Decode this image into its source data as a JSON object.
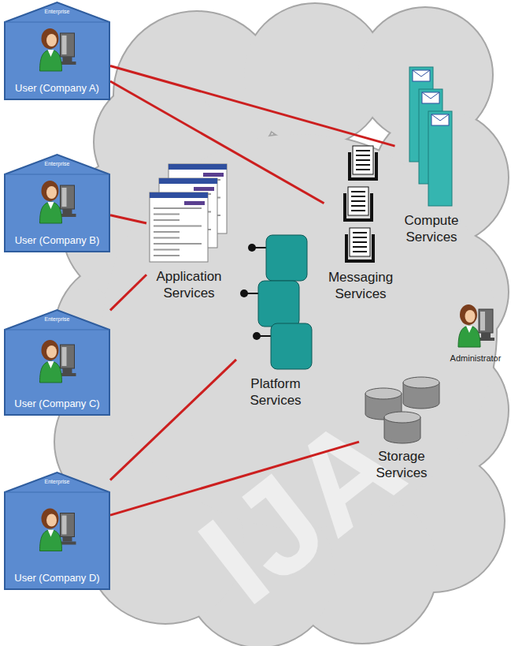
{
  "diagram": {
    "nodes": [
      {
        "text": [
          "Enterprise",
          "User (Company A)"
        ]
      },
      {
        "text": [
          "Enterprise",
          "User (Company B)"
        ]
      },
      {
        "text": [
          "Enterprise",
          "User (Company C)"
        ]
      },
      {
        "text": [
          "Enterprise",
          "User (Company D)"
        ]
      },
      {
        "text": [
          "Application Services"
        ]
      },
      {
        "text": [
          "Messaging Services"
        ]
      },
      {
        "text": [
          "Compute Services"
        ]
      },
      {
        "text": [
          "Platform Services"
        ]
      },
      {
        "text": [
          "Administrator"
        ]
      },
      {
        "text": [
          "Storage Services"
        ]
      }
    ],
    "edges": [
      {
        "from": 0,
        "to": 6,
        "arrow": "none"
      },
      {
        "from": 0,
        "to": 5,
        "arrow": "none"
      },
      {
        "from": 1,
        "to": 4,
        "arrow": "none"
      },
      {
        "from": 2,
        "to": 4,
        "arrow": "none"
      },
      {
        "from": 3,
        "to": 7,
        "arrow": "none"
      },
      {
        "from": 3,
        "to": 9,
        "arrow": "none"
      }
    ],
    "labels": [
      "IJA"
    ]
  }
}
